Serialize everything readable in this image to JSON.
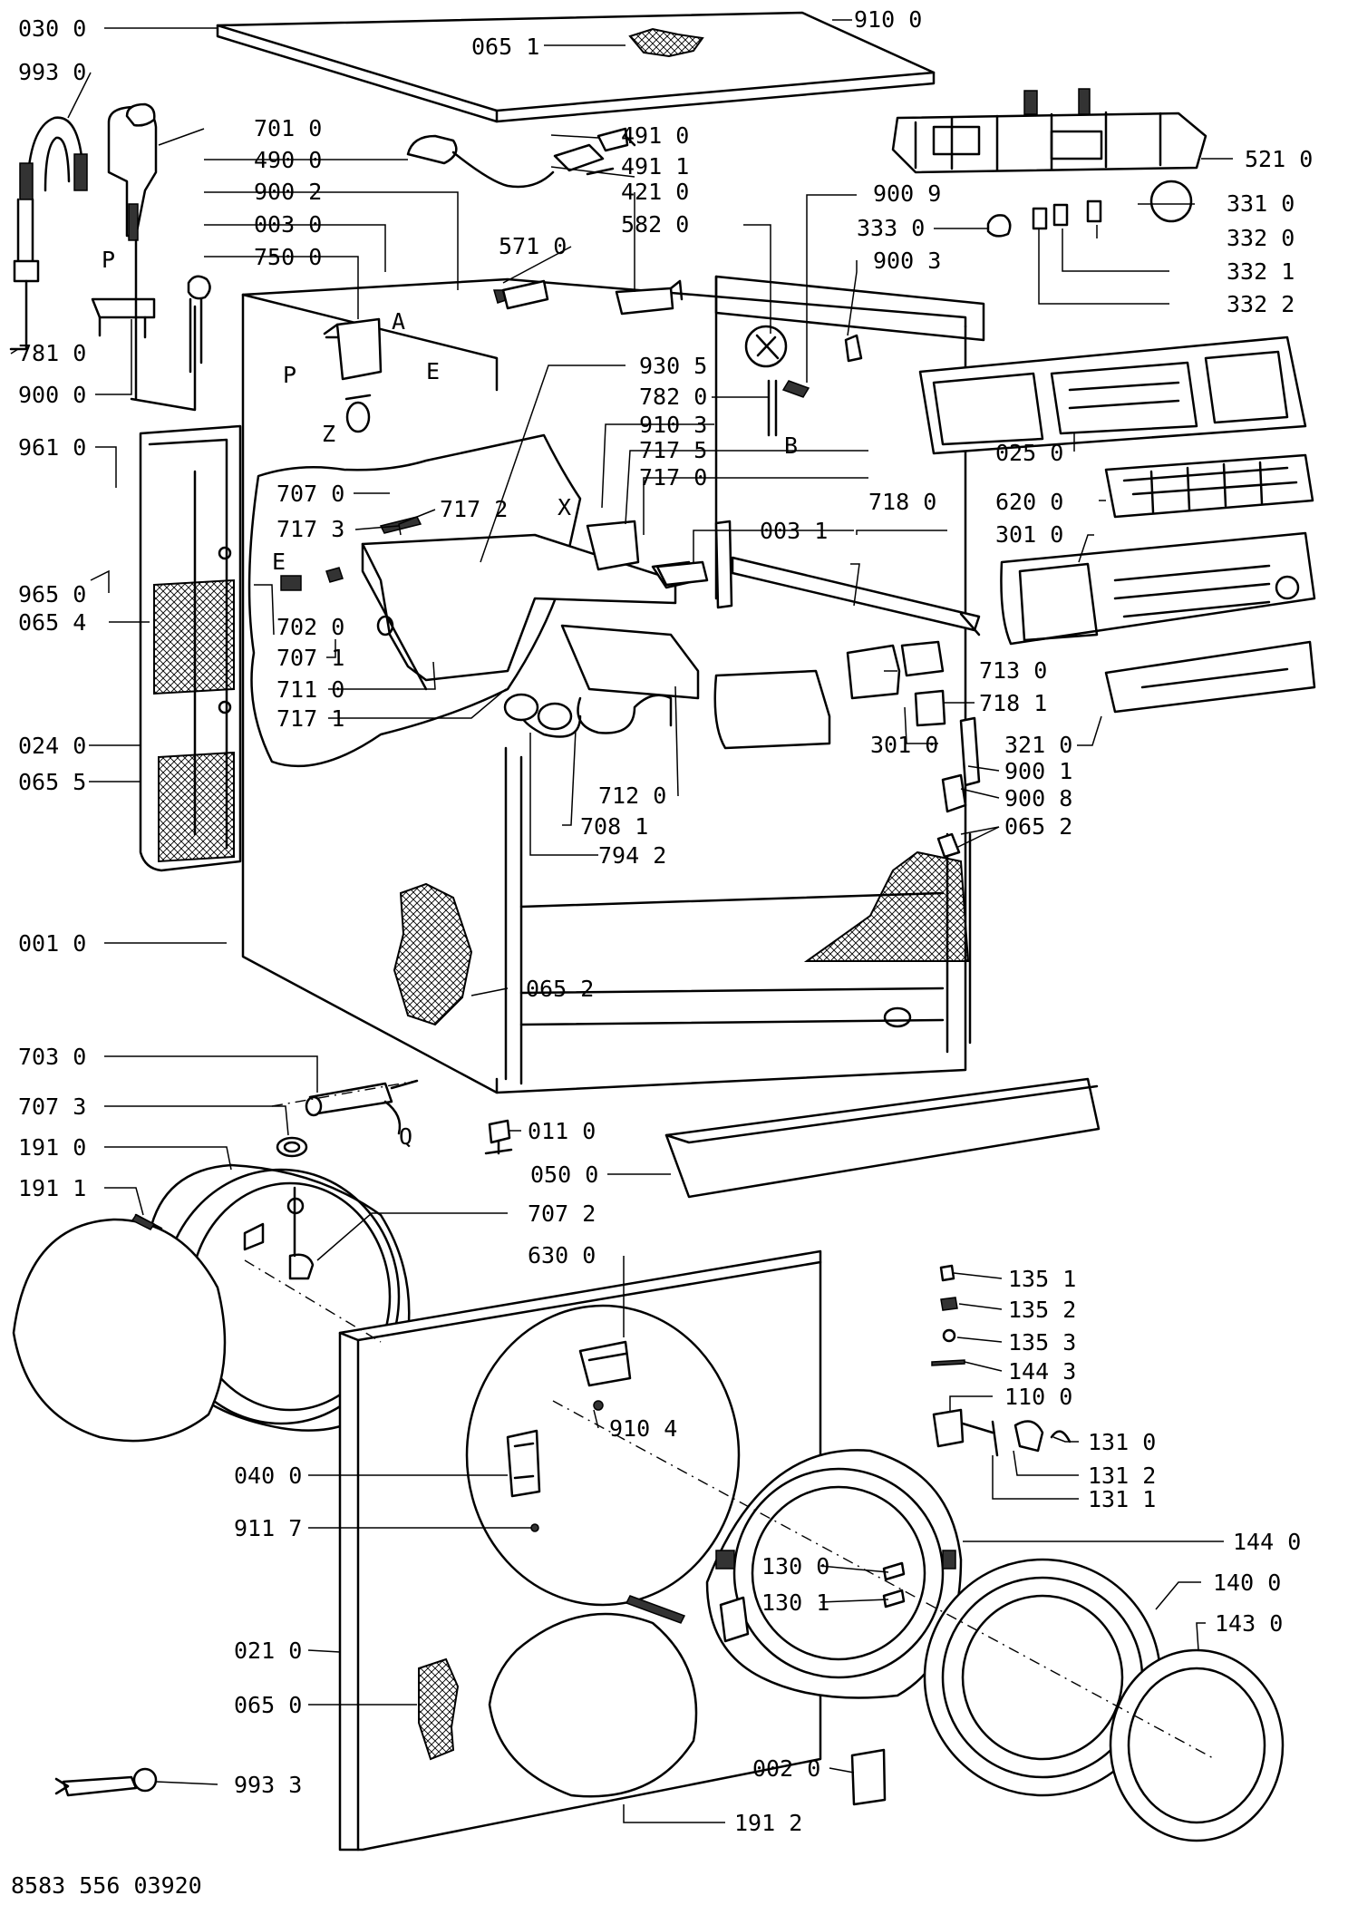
{
  "document_code": "8583 556 03920",
  "parts": [
    {
      "id": "p0300",
      "text": "030 0"
    },
    {
      "id": "p0651",
      "text": "065 1"
    },
    {
      "id": "p9100",
      "text": "910 0"
    },
    {
      "id": "p9930",
      "text": "993 0"
    },
    {
      "id": "p7010",
      "text": "701 0"
    },
    {
      "id": "p4900",
      "text": "490 0"
    },
    {
      "id": "p4910",
      "text": "491 0"
    },
    {
      "id": "p4911",
      "text": "491 1"
    },
    {
      "id": "p5210",
      "text": "521 0"
    },
    {
      "id": "p9002",
      "text": "900 2"
    },
    {
      "id": "p4210",
      "text": "421 0"
    },
    {
      "id": "p0030",
      "text": "003 0"
    },
    {
      "id": "p5820",
      "text": "582 0"
    },
    {
      "id": "p9009",
      "text": "900 9"
    },
    {
      "id": "p3310",
      "text": "331 0"
    },
    {
      "id": "p3330",
      "text": "333 0"
    },
    {
      "id": "p3320",
      "text": "332 0"
    },
    {
      "id": "p7500",
      "text": "750 0"
    },
    {
      "id": "p5710",
      "text": "571 0"
    },
    {
      "id": "p9003",
      "text": "900 3"
    },
    {
      "id": "p3321",
      "text": "332 1"
    },
    {
      "id": "p3322",
      "text": "332 2"
    },
    {
      "id": "p7810",
      "text": "781 0"
    },
    {
      "id": "p9000",
      "text": "900 0"
    },
    {
      "id": "p9305",
      "text": "930 5"
    },
    {
      "id": "p7820",
      "text": "782 0"
    },
    {
      "id": "p9103",
      "text": "910 3"
    },
    {
      "id": "p0250",
      "text": "025 0"
    },
    {
      "id": "p9610",
      "text": "961 0"
    },
    {
      "id": "p7175",
      "text": "717 5"
    },
    {
      "id": "p7170",
      "text": "717 0"
    },
    {
      "id": "p6200",
      "text": "620 0"
    },
    {
      "id": "p7070",
      "text": "707 0"
    },
    {
      "id": "p7180",
      "text": "718 0"
    },
    {
      "id": "p7172",
      "text": "717 2"
    },
    {
      "id": "p7173",
      "text": "717 3"
    },
    {
      "id": "p0031",
      "text": "003 1"
    },
    {
      "id": "p3010a",
      "text": "301 0"
    },
    {
      "id": "p9650",
      "text": "965 0"
    },
    {
      "id": "p0654",
      "text": "065 4"
    },
    {
      "id": "p7020",
      "text": "702 0"
    },
    {
      "id": "p7071",
      "text": "707 1"
    },
    {
      "id": "p7110",
      "text": "711 0"
    },
    {
      "id": "p7171",
      "text": "717 1"
    },
    {
      "id": "p7130",
      "text": "713 0"
    },
    {
      "id": "p7181",
      "text": "718 1"
    },
    {
      "id": "p3010b",
      "text": "301 0"
    },
    {
      "id": "p3210",
      "text": "321 0"
    },
    {
      "id": "p0240",
      "text": "024 0"
    },
    {
      "id": "p0655",
      "text": "065 5"
    },
    {
      "id": "p9001",
      "text": "900 1"
    },
    {
      "id": "p7120",
      "text": "712 0"
    },
    {
      "id": "p9008",
      "text": "900 8"
    },
    {
      "id": "p0652a",
      "text": "065 2"
    },
    {
      "id": "p7081",
      "text": "708 1"
    },
    {
      "id": "p7942",
      "text": "794 2"
    },
    {
      "id": "p0010",
      "text": "001 0"
    },
    {
      "id": "p0652b",
      "text": "065 2"
    },
    {
      "id": "p7030",
      "text": "703 0"
    },
    {
      "id": "p7073",
      "text": "707 3"
    },
    {
      "id": "p0110",
      "text": "011 0"
    },
    {
      "id": "p1910",
      "text": "191 0"
    },
    {
      "id": "p0500",
      "text": "050 0"
    },
    {
      "id": "p1911",
      "text": "191 1"
    },
    {
      "id": "p7072",
      "text": "707 2"
    },
    {
      "id": "p6300",
      "text": "630 0"
    },
    {
      "id": "p1351",
      "text": "135 1"
    },
    {
      "id": "p1352",
      "text": "135 2"
    },
    {
      "id": "p1353",
      "text": "135 3"
    },
    {
      "id": "p1443",
      "text": "144 3"
    },
    {
      "id": "p1100",
      "text": "110 0"
    },
    {
      "id": "p9104",
      "text": "910 4"
    },
    {
      "id": "p1310",
      "text": "131 0"
    },
    {
      "id": "p0400",
      "text": "040 0"
    },
    {
      "id": "p1312",
      "text": "131 2"
    },
    {
      "id": "p1311",
      "text": "131 1"
    },
    {
      "id": "p9117",
      "text": "911 7"
    },
    {
      "id": "p1440",
      "text": "144 0"
    },
    {
      "id": "p1300",
      "text": "130 0"
    },
    {
      "id": "p1400",
      "text": "140 0"
    },
    {
      "id": "p1301",
      "text": "130 1"
    },
    {
      "id": "p1430",
      "text": "143 0"
    },
    {
      "id": "p0210",
      "text": "021 0"
    },
    {
      "id": "p0650",
      "text": "065 0"
    },
    {
      "id": "p9933",
      "text": "993 3"
    },
    {
      "id": "p0020",
      "text": "002 0"
    },
    {
      "id": "p1912",
      "text": "191 2"
    }
  ],
  "letters": [
    {
      "id": "lA",
      "text": "A"
    },
    {
      "id": "lP1",
      "text": "P"
    },
    {
      "id": "lP2",
      "text": "P"
    },
    {
      "id": "lE1",
      "text": "E"
    },
    {
      "id": "lE2",
      "text": "E"
    },
    {
      "id": "lZ",
      "text": "Z"
    },
    {
      "id": "lB",
      "text": "B"
    },
    {
      "id": "lX",
      "text": "X"
    },
    {
      "id": "lQ",
      "text": "Q"
    }
  ]
}
